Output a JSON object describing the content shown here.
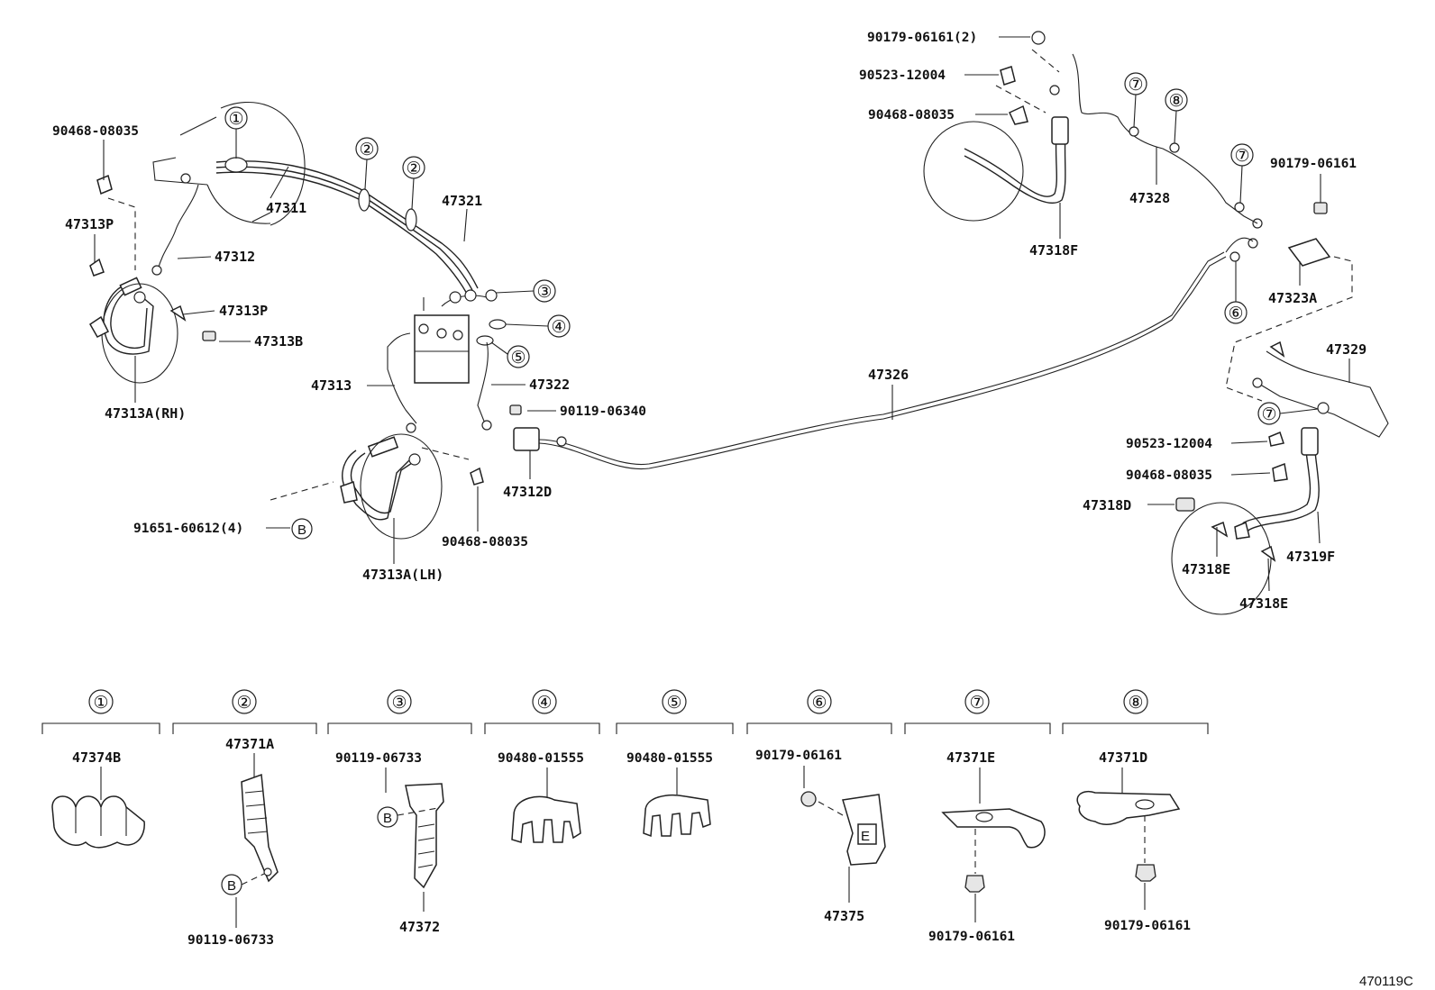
{
  "diagram_code": "470119C",
  "labels": {
    "p_90468_08035_a": "90468-08035",
    "p_47313P_a": "47313P",
    "p_47312": "47312",
    "p_47313P_b": "47313P",
    "p_47313B": "47313B",
    "p_47313A_RH": "47313A(RH)",
    "p_47311": "47311",
    "p_47321": "47321",
    "p_47313": "47313",
    "p_47322": "47322",
    "p_90119_06340": "90119-06340",
    "p_47312D": "47312D",
    "p_91651": "91651-60612(4)",
    "p_90468_08035_b": "90468-08035",
    "p_47313A_LH": "47313A(LH)",
    "p_47326": "47326",
    "p_90179_06161_2": "90179-06161(2)",
    "p_90523_12004_a": "90523-12004",
    "p_90468_08035_c": "90468-08035",
    "p_47318F": "47318F",
    "p_47328": "47328",
    "p_90179_06161_a": "90179-06161",
    "p_47323A": "47323A",
    "p_47329": "47329",
    "p_90523_12004_b": "90523-12004",
    "p_90468_08035_d": "90468-08035",
    "p_47318D": "47318D",
    "p_47318E_a": "47318E",
    "p_47319F": "47319F",
    "p_47318E_b": "47318E"
  },
  "callouts": [
    "①",
    "②",
    "③",
    "④",
    "⑤",
    "⑥",
    "⑦",
    "⑧",
    "B"
  ],
  "legend": [
    {
      "num": "①",
      "top": "47374B",
      "bottom": ""
    },
    {
      "num": "②",
      "top": "47371A",
      "bottom": "90119-06733"
    },
    {
      "num": "③",
      "top": "90119-06733",
      "bottom": "47372"
    },
    {
      "num": "④",
      "top": "90480-01555",
      "bottom": ""
    },
    {
      "num": "⑤",
      "top": "90480-01555",
      "bottom": ""
    },
    {
      "num": "⑥",
      "top": "90179-06161",
      "bottom": "47375"
    },
    {
      "num": "⑦",
      "top": "47371E",
      "bottom": "90179-06161"
    },
    {
      "num": "⑧",
      "top": "47371D",
      "bottom": "90179-06161"
    }
  ]
}
